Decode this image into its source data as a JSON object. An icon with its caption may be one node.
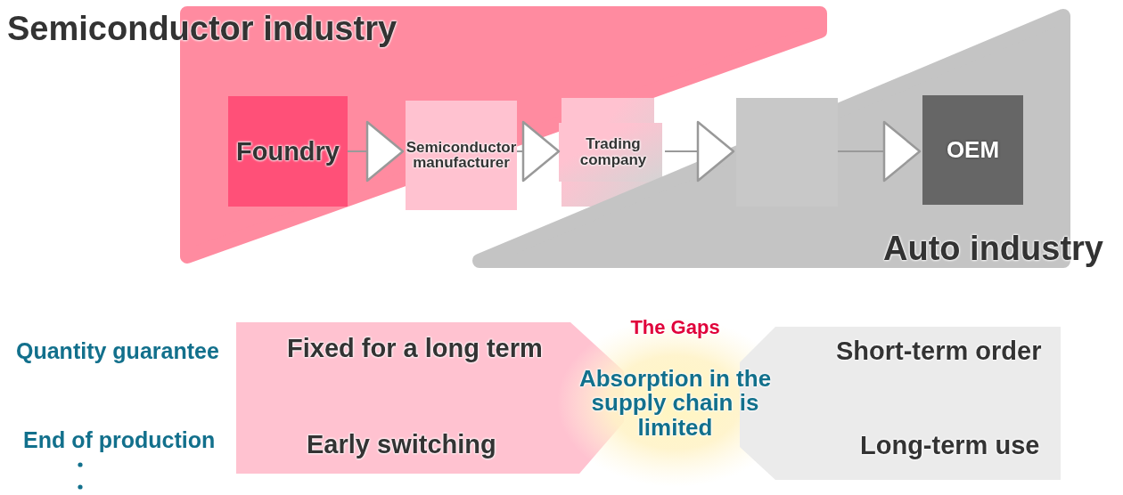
{
  "diagram": {
    "nodes": [
      {
        "text": [
          "Semiconductor industry"
        ]
      },
      {
        "text": [
          "Foundry"
        ],
        "in": 0
      },
      {
        "text": [
          "Semiconductor manufacturer"
        ],
        "in": 0
      },
      {
        "text": [
          "Trading company"
        ]
      },
      {
        "text": [
          "Auto industry"
        ]
      },
      {
        "text": [],
        "shape": "box",
        "in": 4
      },
      {
        "text": [
          "OEM"
        ],
        "in": 4
      },
      {
        "text": [
          "Fixed for a long term",
          "Early switching"
        ]
      },
      {
        "text": [
          "The Gaps",
          "Absorption in the supply chain is limited"
        ]
      },
      {
        "text": [
          "Short-term order",
          "Long-term use"
        ]
      }
    ],
    "edges": [
      {
        "from": 1,
        "to": 2,
        "arrow": "to"
      },
      {
        "from": 2,
        "to": 3,
        "arrow": "to"
      },
      {
        "from": 3,
        "to": 5,
        "arrow": "to"
      },
      {
        "from": 5,
        "to": 6,
        "arrow": "to"
      }
    ],
    "labels": [
      "Quantity guarantee",
      "End of production"
    ]
  }
}
